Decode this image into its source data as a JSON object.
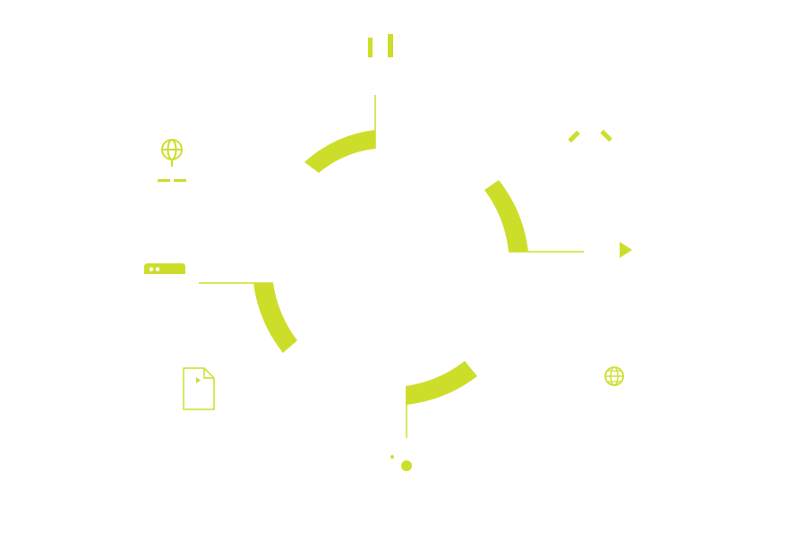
{
  "colors": {
    "accent": "#cdde2a",
    "background": "#ffffff"
  },
  "diagram": {
    "ring_segments": [
      "top-left-arc",
      "right-arc",
      "bottom-right-arc",
      "left-arc"
    ],
    "icons": [
      "pause-icon",
      "network-globe-icon",
      "tools-icon",
      "play-icon",
      "browser-window-icon",
      "video-file-icon",
      "globe-icon",
      "dot-icon"
    ]
  }
}
